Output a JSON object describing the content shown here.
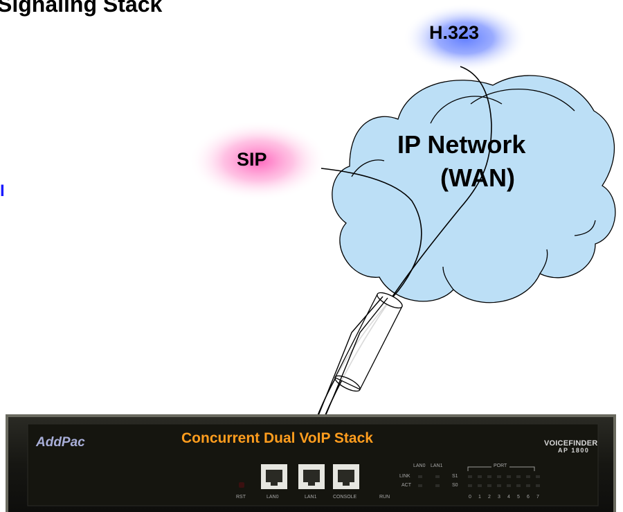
{
  "title": "Signaling Stack",
  "side_mark": "I",
  "protocols": {
    "h323": "H.323",
    "sip": "SIP"
  },
  "network": {
    "line1": "IP Network",
    "line2": "(WAN)"
  },
  "device": {
    "brand": "AddPac",
    "stack_label": "Concurrent Dual VoIP Stack",
    "product": "VOICEFINDER",
    "model": "AP 1800",
    "labels": {
      "rst": "RST",
      "lan0": "LAN0",
      "lan1": "LAN1",
      "console": "CONSOLE",
      "run": "RUN",
      "hdr_lan0": "LAN0",
      "hdr_lan1": "LAN1",
      "link": "LINK",
      "act": "ACT",
      "s1": "S1",
      "s0": "S0",
      "port": "PORT",
      "ports": [
        "0",
        "1",
        "2",
        "3",
        "4",
        "5",
        "6",
        "7"
      ]
    }
  },
  "colors": {
    "cloud_fill": "#bcdff6",
    "cloud_stroke": "#000000",
    "h323_glow": "#3a5cff",
    "sip_glow": "#ff4fb0",
    "device_body": "#1a1a16",
    "stack_text": "#ff9d1e",
    "brand_text": "#a8aed8"
  }
}
